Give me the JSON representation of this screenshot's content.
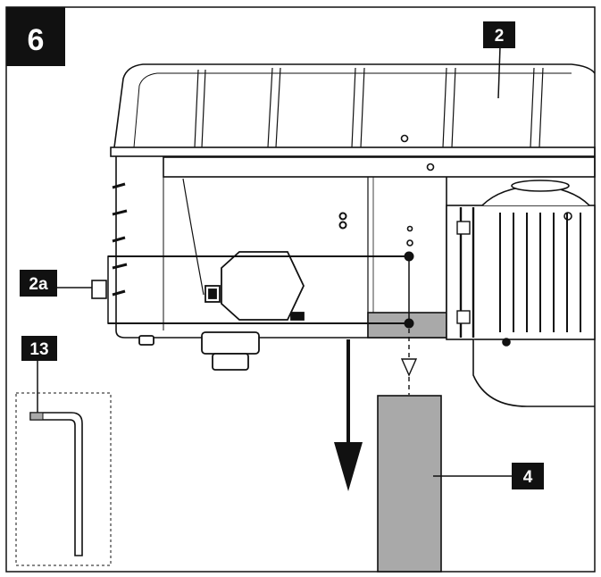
{
  "figure": {
    "number": "6"
  },
  "callouts": {
    "c2": "2",
    "c2a": "2a",
    "c13": "13",
    "c4": "4"
  },
  "colors": {
    "ink": "#111111",
    "label_bg": "#111111",
    "label_text": "#ffffff",
    "column_fill": "#a9a9a9",
    "background": "#ffffff"
  }
}
